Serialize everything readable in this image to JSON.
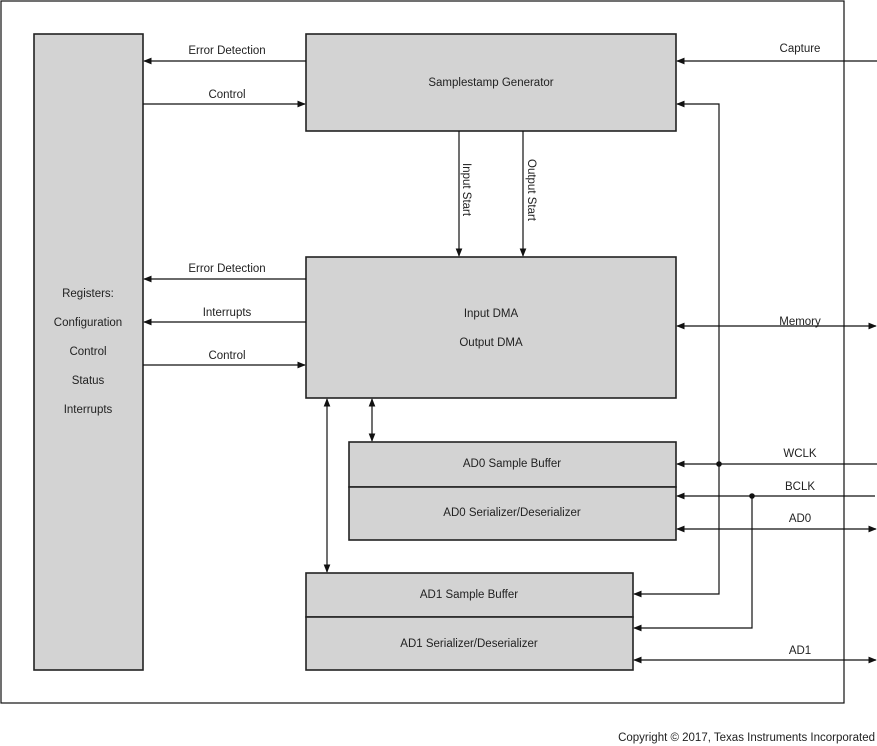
{
  "diagram": {
    "blocks": {
      "registers": {
        "lines": [
          "Registers:",
          "Configuration",
          "Control",
          "Status",
          "Interrupts"
        ]
      },
      "samplestamp": {
        "label": "Samplestamp Generator"
      },
      "dma": {
        "lines": [
          "Input DMA",
          "Output DMA"
        ]
      },
      "ad0_buffer": {
        "label": "AD0 Sample Buffer"
      },
      "ad0_serdes": {
        "label": "AD0 Serializer/Deserializer"
      },
      "ad1_buffer": {
        "label": "AD1 Sample Buffer"
      },
      "ad1_serdes": {
        "label": "AD1 Serializer/Deserializer"
      }
    },
    "signals": {
      "ssg_error_detection": "Error Detection",
      "ssg_control": "Control",
      "dma_error_detection": "Error Detection",
      "dma_interrupts": "Interrupts",
      "dma_control": "Control",
      "input_start": "Input Start",
      "output_start": "Output Start",
      "capture": "Capture",
      "memory": "Memory",
      "wclk": "WCLK",
      "bclk": "BCLK",
      "ad0": "AD0",
      "ad1": "AD1"
    },
    "copyright": "Copyright © 2017, Texas Instruments Incorporated"
  }
}
